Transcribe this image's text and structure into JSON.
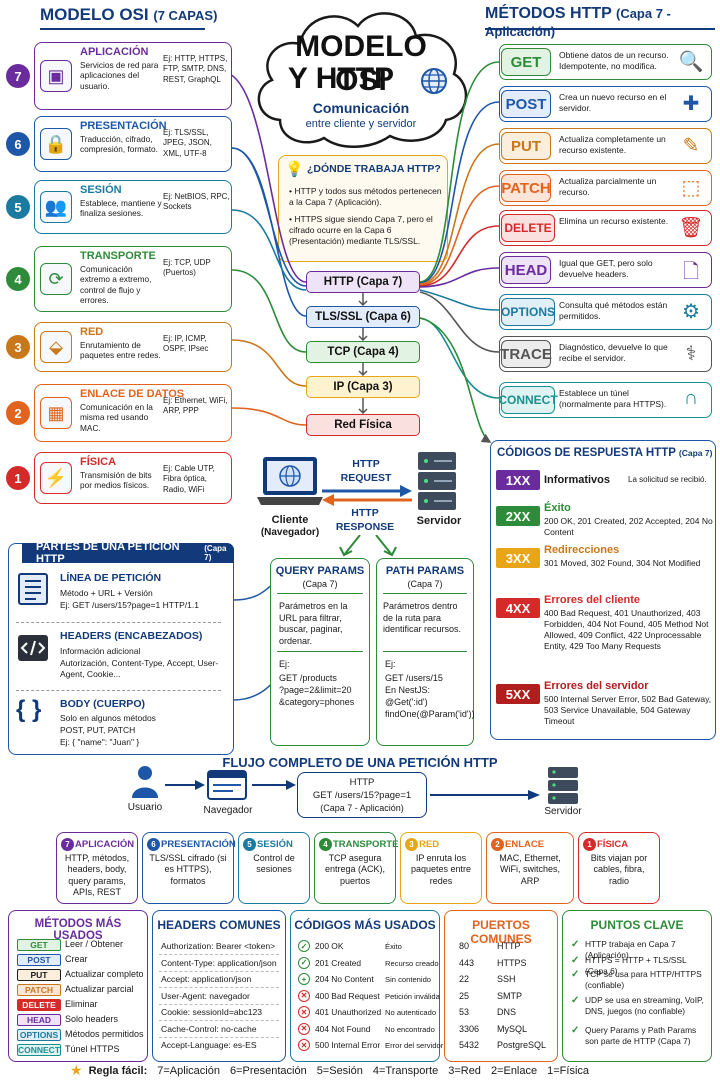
{
  "left_header": {
    "title": "MODELO OSI",
    "sub": "(7 CAPAS)"
  },
  "right_header": {
    "title": "MÉTODOS HTTP",
    "sub": "(Capa 7 - Aplicación)"
  },
  "cloud": {
    "line1": "MODELO OSI",
    "line2": "Y HTTP",
    "sub1": "Comunicación",
    "sub2": "entre cliente y servidor"
  },
  "where": {
    "title": "¿DÓNDE TRABAJA HTTP?",
    "b1": "HTTP y todos sus métodos pertenecen a la Capa 7 (Aplicación).",
    "b2": "HTTPS sigue siendo Capa 7, pero el cifrado ocurre en la Capa 6 (Presentación) mediante TLS/SSL."
  },
  "layers": [
    {
      "n": "7",
      "name": "APLICACIÓN",
      "desc": "Servicios de red para aplicaciones del usuario.",
      "ex": "Ej: HTTP, HTTPS, FTP, SMTP, DNS, REST, GraphQL",
      "color": "#6a2c9c",
      "icon": "app-window-icon"
    },
    {
      "n": "6",
      "name": "PRESENTACIÓN",
      "desc": "Traducción, cifrado, compresión, formato.",
      "ex": "Ej: TLS/SSL, JPEG, JSON, XML, UTF-8",
      "color": "#1f57a8",
      "icon": "lock-icon"
    },
    {
      "n": "5",
      "name": "SESIÓN",
      "desc": "Establece, mantiene y finaliza sesiones.",
      "ex": "Ej: NetBIOS, RPC, Sockets",
      "color": "#1b7aa0",
      "icon": "users-icon"
    },
    {
      "n": "4",
      "name": "TRANSPORTE",
      "desc": "Comunicación extremo a extremo, control de flujo y errores.",
      "ex": "Ej: TCP, UDP (Puertos)",
      "color": "#2e8b3a",
      "icon": "cycle-arrows-icon"
    },
    {
      "n": "3",
      "name": "RED",
      "desc": "Enrutamiento de paquetes entre redes.",
      "ex": "Ej: IP, ICMP, OSPF, IPsec",
      "color": "#c8781a",
      "icon": "router-icon"
    },
    {
      "n": "2",
      "name": "ENLACE DE DATOS",
      "desc": "Comunicación en la misma red usando MAC.",
      "ex": "Ej: Ethernet, WiFi, ARP, PPP",
      "color": "#e0641e",
      "icon": "switch-icon"
    },
    {
      "n": "1",
      "name": "FÍSICA",
      "desc": "Transmisión de bits por medios físicos.",
      "ex": "Ej: Cable UTP, Fibra óptica, Radio, WiFi",
      "color": "#d42a2a",
      "icon": "cable-icon"
    }
  ],
  "methods": [
    {
      "name": "GET",
      "desc": "Obtiene datos de un recurso. Idempotente, no modifica.",
      "color": "#2e8b3a",
      "bg": "#e3f3e3",
      "icon": "search-icon"
    },
    {
      "name": "POST",
      "desc": "Crea un nuevo recurso en el servidor.",
      "color": "#1f57a8",
      "bg": "#e3ecfa",
      "icon": "plus-icon"
    },
    {
      "name": "PUT",
      "desc": "Actualiza completamente un recurso existente.",
      "color": "#c8781a",
      "bg": "#fbeedd",
      "icon": "pencil-icon"
    },
    {
      "name": "PATCH",
      "desc": "Actualiza parcialmente un recurso.",
      "color": "#e0641e",
      "bg": "#fde6d7",
      "icon": "dashed-square-icon"
    },
    {
      "name": "DELETE",
      "desc": "Elimina un recurso existente.",
      "color": "#d42a2a",
      "bg": "#fbe0e0",
      "icon": "trash-icon"
    },
    {
      "name": "HEAD",
      "desc": "Igual que GET, pero solo devuelve headers.",
      "color": "#6a2c9c",
      "bg": "#efe3f7",
      "icon": "document-icon"
    },
    {
      "name": "OPTIONS",
      "desc": "Consulta qué métodos están permitidos.",
      "color": "#1b7aa0",
      "bg": "#e0f0f6",
      "icon": "gear-icon"
    },
    {
      "name": "TRACE",
      "desc": "Diagnóstico, devuelve lo que recibe el servidor.",
      "color": "#555555",
      "bg": "#ececec",
      "icon": "stethoscope-icon"
    },
    {
      "name": "CONNECT",
      "desc": "Establece un túnel (normalmente para HTTPS).",
      "color": "#1b8f8f",
      "bg": "#dff3f3",
      "icon": "magnet-icon"
    }
  ],
  "stack": [
    "HTTP (Capa 7)",
    "TLS/SSL (Capa 6)",
    "TCP (Capa 4)",
    "IP (Capa 3)",
    "Red Física"
  ],
  "exchange": {
    "request": "HTTP REQUEST",
    "response": "HTTP RESPONSE",
    "client": "Cliente",
    "client_sub": "(Navegador)",
    "server": "Servidor"
  },
  "codes": {
    "title": "CÓDIGOS DE RESPUESTA HTTP",
    "sub": "(Capa 7)",
    "items": [
      {
        "code": "1XX",
        "title": "Informativos",
        "desc": "La solicitud se recibió.",
        "color": "#6a2c9c",
        "tcolor": "#1a1a1a"
      },
      {
        "code": "2XX",
        "title": "Éxito",
        "desc": "200 OK, 201 Created, 202 Accepted, 204 No Content",
        "color": "#2e8b3a",
        "tcolor": "#2e8b3a"
      },
      {
        "code": "3XX",
        "title": "Redirecciones",
        "desc": "301 Moved, 302 Found, 304 Not Modified",
        "color": "#e8a517",
        "tcolor": "#c8781a"
      },
      {
        "code": "4XX",
        "title": "Errores del cliente",
        "desc": "400 Bad Request, 401 Unauthorized, 403 Forbidden, 404 Not Found, 405 Method Not Allowed, 409 Conflict, 422 Unprocessable Entity, 429 Too Many Requests",
        "color": "#d42a2a",
        "tcolor": "#d42a2a"
      },
      {
        "code": "5XX",
        "title": "Errores del servidor",
        "desc": "500 Internal Server Error, 502 Bad Gateway, 503 Service Unavailable, 504 Gateway Timeout",
        "color": "#b01e1e",
        "tcolor": "#b01e1e"
      }
    ]
  },
  "parts": {
    "title": "PARTES DE UNA PETICIÓN HTTP",
    "sub": "(Capa 7)",
    "items": [
      {
        "title": "LÍNEA DE PETICIÓN",
        "l1": "Método + URL + Versión",
        "l2": "Ej: GET /users/15?page=1 HTTP/1.1",
        "icon": "list-icon"
      },
      {
        "title": "HEADERS (ENCABEZADOS)",
        "l1": "Información adicional",
        "l2": "Autorización, Content-Type, Accept, User-Agent, Cookie...",
        "icon": "code-icon"
      },
      {
        "title": "BODY (CUERPO)",
        "l1": "Solo en algunos métodos",
        "l2": "POST, PUT, PATCH",
        "l3": "Ej: { \"name\": \"Juan\" }",
        "icon": "braces-icon"
      }
    ]
  },
  "query": {
    "title": "QUERY PARAMS",
    "sub": "(Capa 7)",
    "desc": "Parámetros en la URL para filtrar, buscar, paginar, ordenar.",
    "ex1": "Ej:",
    "ex2": "GET /products",
    "ex3": "?page=2&limit=20",
    "ex4": "&category=phones"
  },
  "path": {
    "title": "PATH PARAMS",
    "sub": "(Capa 7)",
    "desc": "Parámetros dentro de la ruta para identificar recursos.",
    "ex1": "Ej:",
    "ex2": "GET /users/15",
    "ex3": "En NestJS:",
    "ex4": "@Get(':id')",
    "ex5": "findOne(@Param('id'))"
  },
  "flow": {
    "title": "FLUJO COMPLETO DE UNA PETICIÓN HTTP",
    "user": "Usuario",
    "browser": "Navegador",
    "req1": "HTTP",
    "req2": "GET /users/15?page=1",
    "req3": "(Capa 7 - Aplicación)",
    "server": "Servidor"
  },
  "flow_cards": [
    {
      "n": "7",
      "t": "APLICACIÓN",
      "d": "HTTP, métodos, headers, body, query params, APIs, REST",
      "color": "#6a2c9c"
    },
    {
      "n": "6",
      "t": "PRESENTACIÓN",
      "d": "TLS/SSL cifrado (si es HTTPS), formatos",
      "color": "#1f57a8"
    },
    {
      "n": "5",
      "t": "SESIÓN",
      "d": "Control de sesiones",
      "color": "#1b7aa0"
    },
    {
      "n": "4",
      "t": "TRANSPORTE",
      "d": "TCP asegura entrega (ACK), puertos",
      "color": "#2e8b3a"
    },
    {
      "n": "3",
      "t": "RED",
      "d": "IP enruta los paquetes entre redes",
      "color": "#e8a517"
    },
    {
      "n": "2",
      "t": "ENLACE",
      "d": "MAC, Ethernet, WiFi, switches, ARP",
      "color": "#e0641e"
    },
    {
      "n": "1",
      "t": "FÍSICA",
      "d": "Bits viajan por cables, fibra, radio",
      "color": "#d42a2a"
    }
  ],
  "used": {
    "title": "MÉTODOS MÁS USADOS",
    "rows": [
      {
        "m": "GET",
        "d": "Leer / Obtener",
        "c": "#2e8b3a",
        "bg": "#e3f3e3"
      },
      {
        "m": "POST",
        "d": "Crear",
        "c": "#1f57a8",
        "bg": "#e3ecfa"
      },
      {
        "m": "PUT",
        "d": "Actualizar completo",
        "c": "#1a1a1a",
        "bg": "#fbeedd"
      },
      {
        "m": "PATCH",
        "d": "Actualizar parcial",
        "c": "#c8781a",
        "bg": "#fde6d7"
      },
      {
        "m": "DELETE",
        "d": "Eliminar",
        "c": "#ffffff",
        "bg": "#d42a2a"
      },
      {
        "m": "HEAD",
        "d": "Solo headers",
        "c": "#6a2c9c",
        "bg": "#efe3f7"
      },
      {
        "m": "OPTIONS",
        "d": "Métodos permitidos",
        "c": "#1b7aa0",
        "bg": "#e0f0f6"
      },
      {
        "m": "CONNECT",
        "d": "Túnel HTTPS",
        "c": "#1b8f8f",
        "bg": "#dff3f3"
      }
    ]
  },
  "headers_common": {
    "title": "HEADERS COMUNES",
    "rows": [
      "Authorization: Bearer <token>",
      "Content-Type: application/json",
      "Accept: application/json",
      "User-Agent: navegador",
      "Cookie: sessionId=abc123",
      "Cache-Control: no-cache",
      "Accept-Language: es-ES"
    ]
  },
  "codes_used": {
    "title": "CÓDIGOS MÁS USADOS",
    "rows": [
      {
        "c": "200 OK",
        "d": "Éxito",
        "k": "ok"
      },
      {
        "c": "201 Created",
        "d": "Recurso creado",
        "k": "ok"
      },
      {
        "c": "204 No Content",
        "d": "Sin contenido",
        "k": "plus"
      },
      {
        "c": "400 Bad Request",
        "d": "Petición inválida",
        "k": "err"
      },
      {
        "c": "401 Unauthorized",
        "d": "No autenticado",
        "k": "err"
      },
      {
        "c": "404 Not Found",
        "d": "No encontrado",
        "k": "err"
      },
      {
        "c": "500 Internal Error",
        "d": "Error del servidor",
        "k": "err"
      }
    ]
  },
  "ports": {
    "title": "PUERTOS COMUNES",
    "rows": [
      [
        "80",
        "HTTP"
      ],
      [
        "443",
        "HTTPS"
      ],
      [
        "22",
        "SSH"
      ],
      [
        "25",
        "SMTP"
      ],
      [
        "53",
        "DNS"
      ],
      [
        "3306",
        "MySQL"
      ],
      [
        "5432",
        "PostgreSQL"
      ]
    ]
  },
  "keys": {
    "title": "PUNTOS CLAVE",
    "rows": [
      "HTTP trabaja en Capa 7 (Aplicación)",
      "HTTPS = HTTP + TLS/SSL (Capa 6)",
      "TCP se usa para HTTP/HTTPS (confiable)",
      "UDP se usa en streaming, VoIP, DNS, juegos (no confiable)",
      "Query Params y Path Params son parte de HTTP (Capa 7)"
    ]
  },
  "rule": {
    "title": "Regla fácil:",
    "items": [
      "7=Aplicación",
      "6=Presentación",
      "5=Sesión",
      "4=Transporte",
      "3=Red",
      "2=Enlace",
      "1=Física"
    ]
  }
}
